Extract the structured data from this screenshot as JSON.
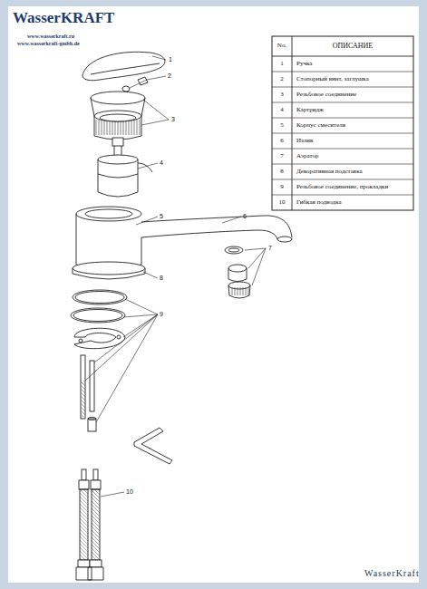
{
  "diagram": {
    "labels": [
      "WasserKRAFT",
      "www.wasserkraft.ru",
      "www.wasserkraft-gmbh.de",
      "No.",
      "ОПИСАНИЕ",
      "1",
      "Ручка",
      "2",
      "Стопорный винт, заглушка",
      "3",
      "Резьбовое соединение",
      "4",
      "Картридж",
      "5",
      "Корпус смесителя",
      "6",
      "Излив",
      "7",
      "Аэратор",
      "8",
      "Декоративная подставка",
      "9",
      "Резьбовое соединение, прокладки",
      "10",
      "Гибкая подводка",
      "1",
      "2",
      "3",
      "4",
      "5",
      "6",
      "7",
      "8",
      "9",
      "10",
      "WasserKraft"
    ]
  }
}
